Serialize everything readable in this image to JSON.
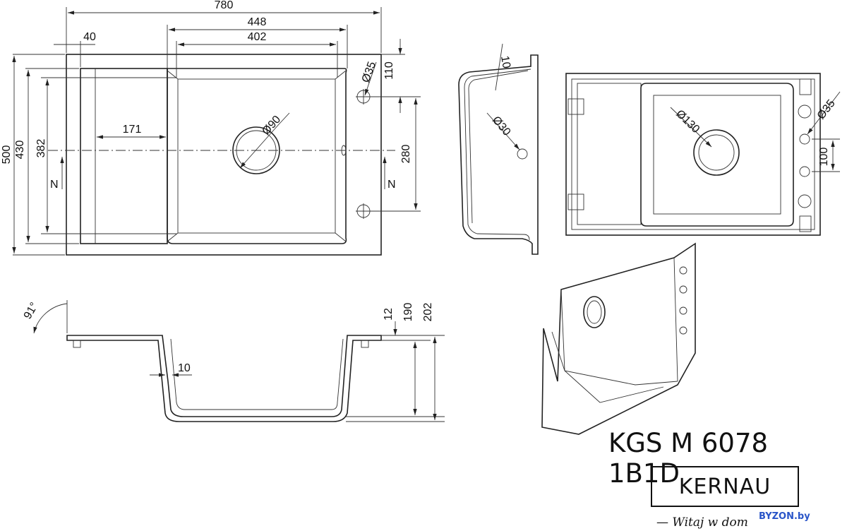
{
  "top_view": {
    "dims": {
      "overall_width": "780",
      "basin_outer": "448",
      "basin_inner": "402",
      "rim": "40",
      "tap_offset": "110",
      "tap_diameter": "Ø35",
      "drain_diameter": "Ø90",
      "drainer_width": "171",
      "overall_depth": "500",
      "inner_depth": "430",
      "basin_depth": "382",
      "tap_spacing": "280"
    },
    "north_markers": [
      "N",
      "N"
    ]
  },
  "side_view": {
    "dims": {
      "wall": "10",
      "overflow_diameter": "Ø30"
    }
  },
  "bottom_view": {
    "dims": {
      "drain_diameter": "Ø130",
      "tap_diameter": "Ø35",
      "tap_spacing": "100"
    }
  },
  "section_view": {
    "dims": {
      "angle": "91°",
      "rim_height": "12",
      "bowl_depth": "190",
      "total_height": "202",
      "wall": "10"
    }
  },
  "product": {
    "model": "KGS M 6078 1B1D",
    "brand": "KERNAU",
    "slogan": "— Witaj w dom",
    "watermark": "BYZON.by"
  }
}
